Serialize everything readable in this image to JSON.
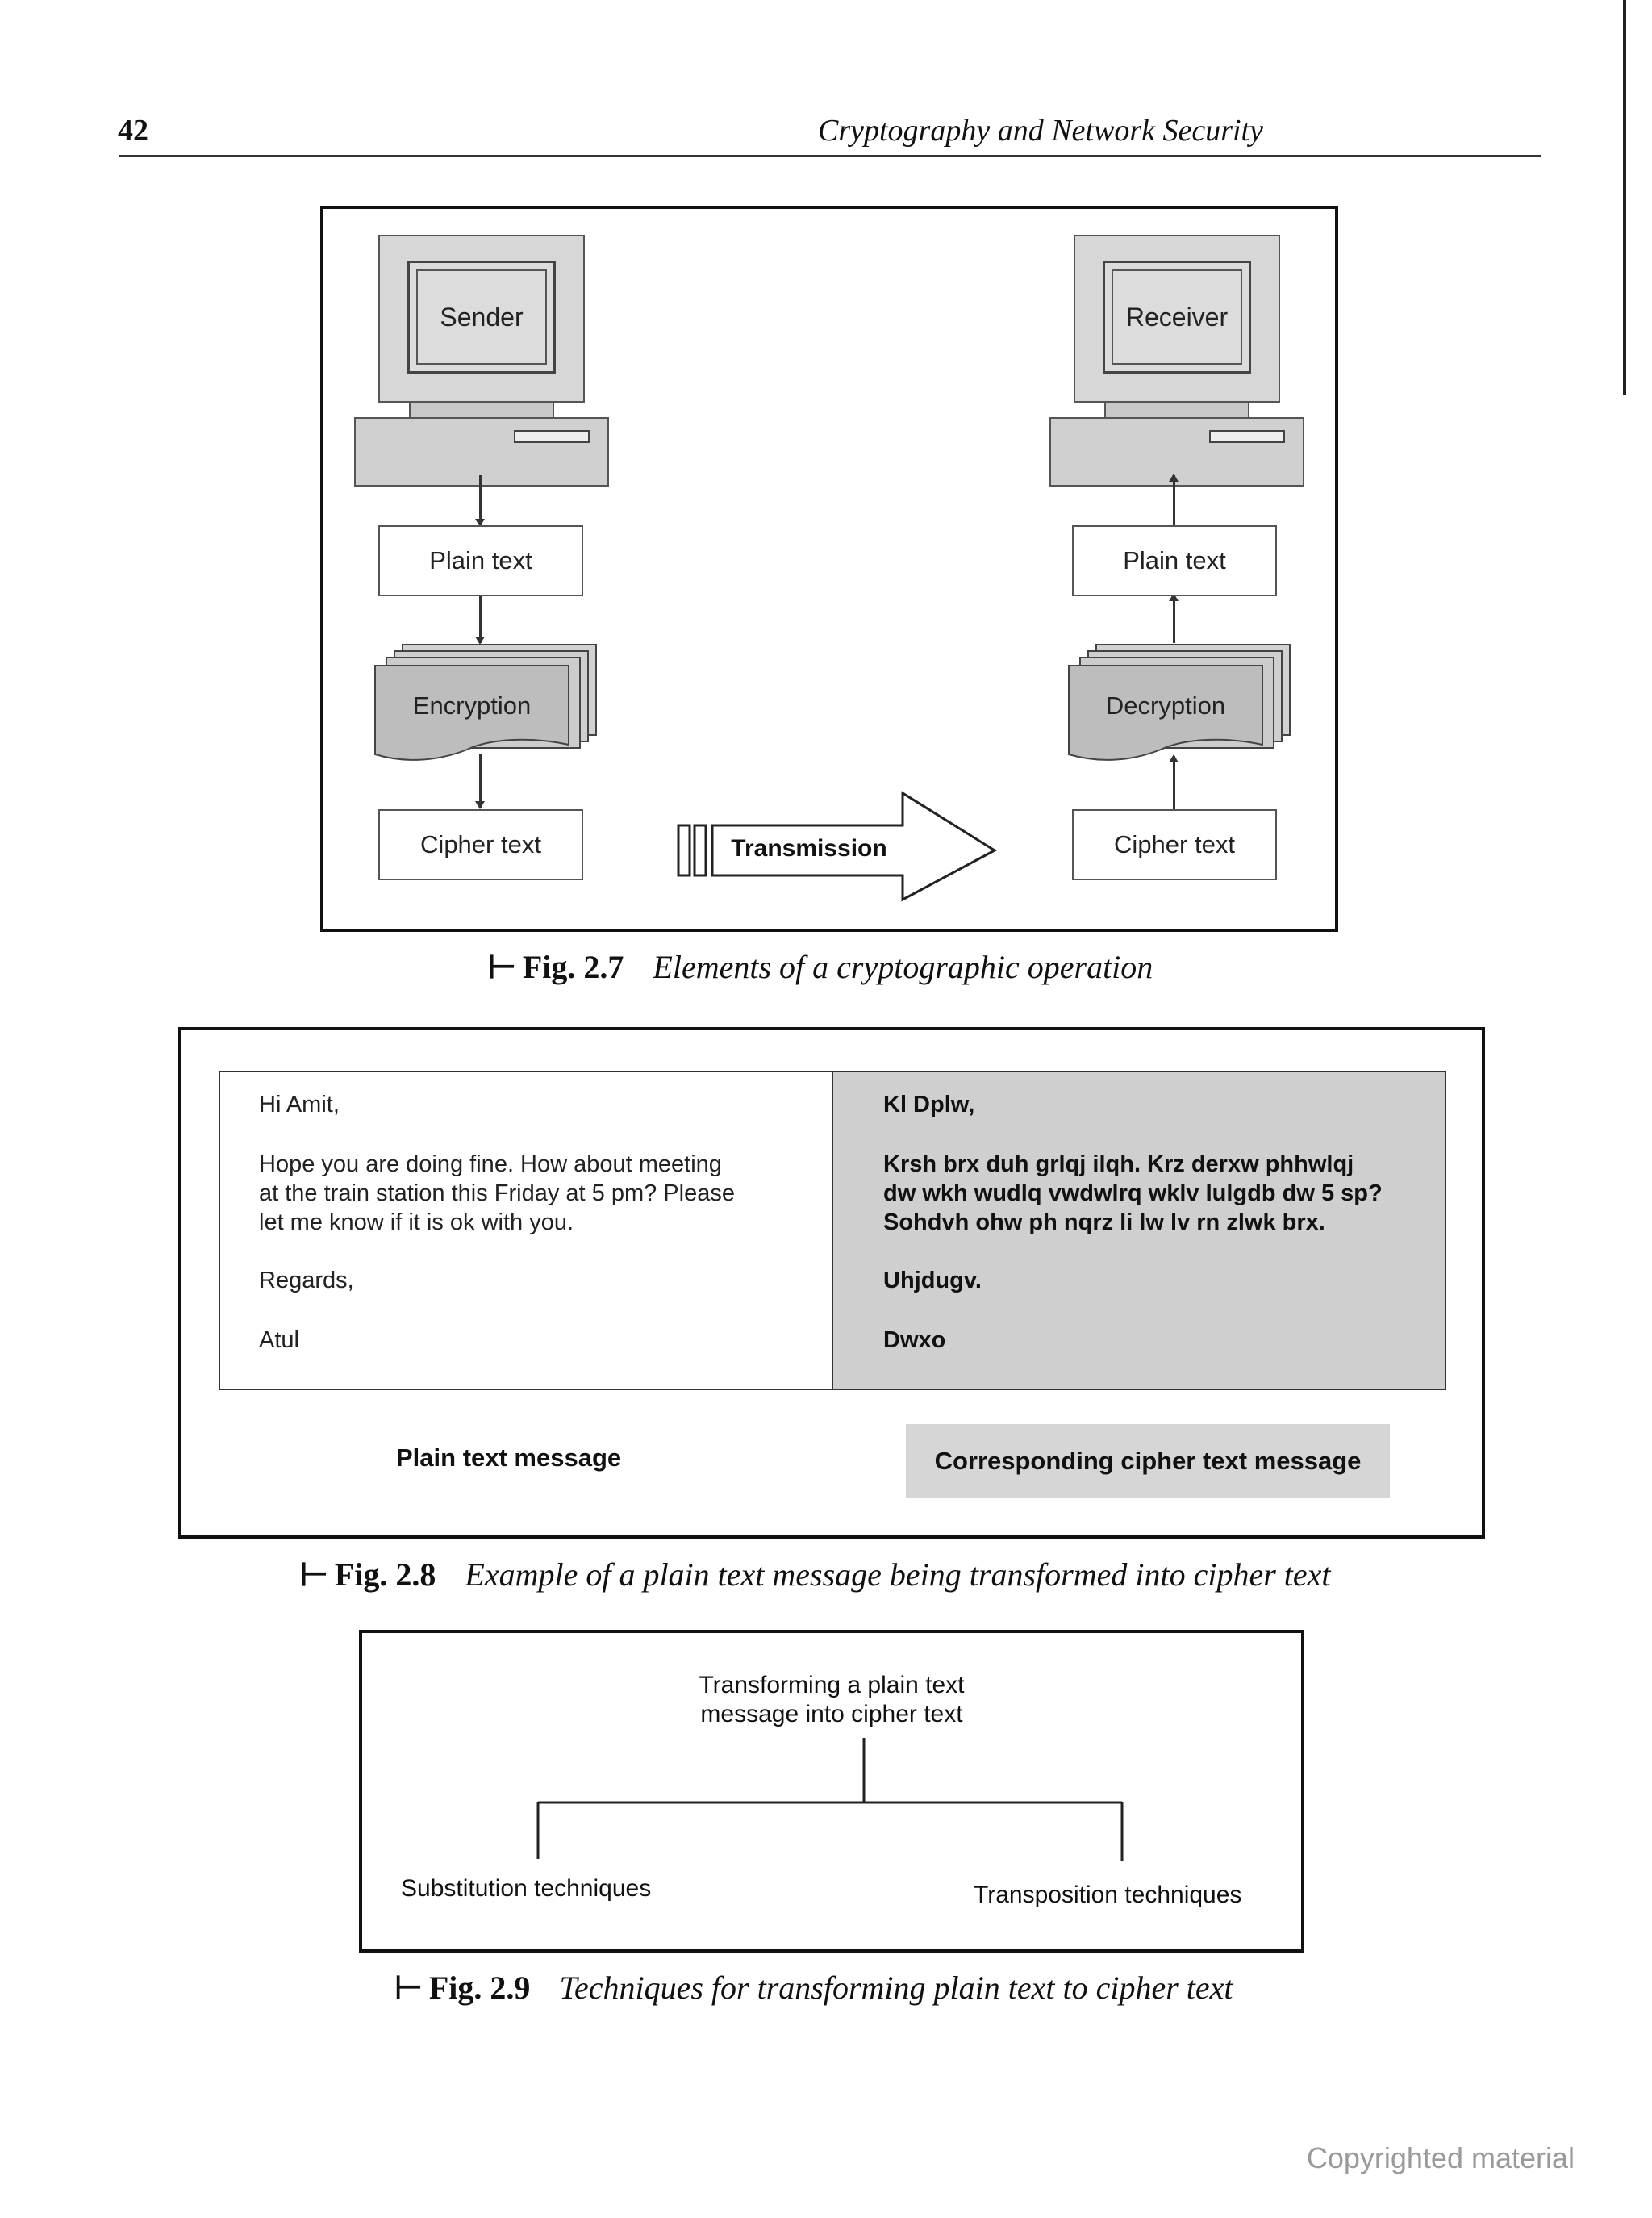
{
  "header": {
    "page_number": "42",
    "book_title": "Cryptography and Network Security"
  },
  "fig27": {
    "sender": "Sender",
    "receiver": "Receiver",
    "left_plain": "Plain text",
    "right_plain": "Plain text",
    "encryption": "Encryption",
    "decryption": "Decryption",
    "left_cipher": "Cipher text",
    "right_cipher": "Cipher text",
    "transmission": "Transmission",
    "caption_marker": "⊢",
    "caption_num": "Fig. 2.7",
    "caption_text": "Elements of a cryptographic operation"
  },
  "fig28": {
    "plain": {
      "greeting": "Hi Amit,",
      "body": [
        "Hope you are doing fine. How about meeting",
        "at the train station this Friday at 5 pm? Please",
        "let me know if it is ok with you."
      ],
      "closing": "Regards,",
      "signature": "Atul"
    },
    "cipher": {
      "greeting": "Kl Dplw,",
      "body": [
        "Krsh brx duh grlqj ilqh. Krz derxw phhwlqj",
        "dw wkh wudlq vwdwlrq wklv Iulgdb dw 5 sp?",
        "Sohdvh ohw ph nqrz li lw lv rn zlwk brx."
      ],
      "closing": "Uhjdugv.",
      "signature": "Dwxo"
    },
    "left_label": "Plain text message",
    "right_label": "Corresponding cipher text message",
    "caption_marker": "⊢",
    "caption_num": "Fig. 2.8",
    "caption_text": "Example of a plain text message being transformed into cipher text"
  },
  "fig29": {
    "root_line1": "Transforming a plain text",
    "root_line2": "message into cipher text",
    "left_child": "Substitution techniques",
    "right_child": "Transposition techniques",
    "caption_marker": "⊢",
    "caption_num": "Fig. 2.9",
    "caption_text": "Techniques for transforming plain text to cipher text"
  },
  "footer": {
    "copyright": "Copyrighted material"
  },
  "colors": {
    "panel_gray": "#cfcfcf",
    "device_gray": "#d7d7d7",
    "ink": "#111111"
  },
  "icons": [
    "computer-icon",
    "document-stack-icon",
    "arrow-right-icon"
  ]
}
